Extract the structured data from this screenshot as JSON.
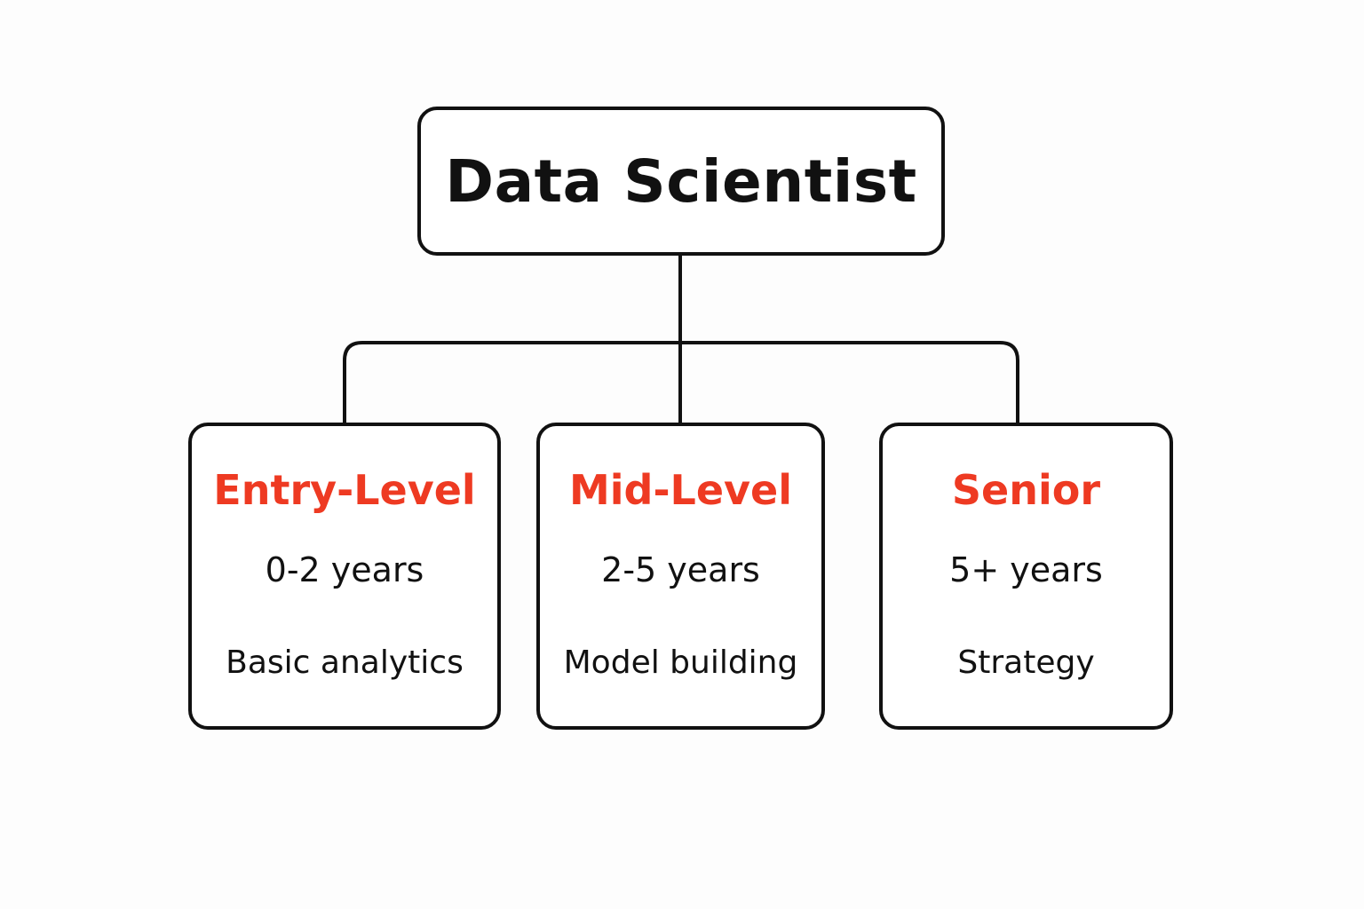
{
  "colors": {
    "accent": "#ee3a22",
    "stroke": "#111111",
    "background": "#fdfdfd"
  },
  "root": {
    "title": "Data Scientist"
  },
  "levels": [
    {
      "title": "Entry-Level",
      "years": "0-2 years",
      "focus": "Basic analytics"
    },
    {
      "title": "Mid-Level",
      "years": "2-5 years",
      "focus": "Model building"
    },
    {
      "title": "Senior",
      "years": "5+ years",
      "focus": "Strategy"
    }
  ]
}
